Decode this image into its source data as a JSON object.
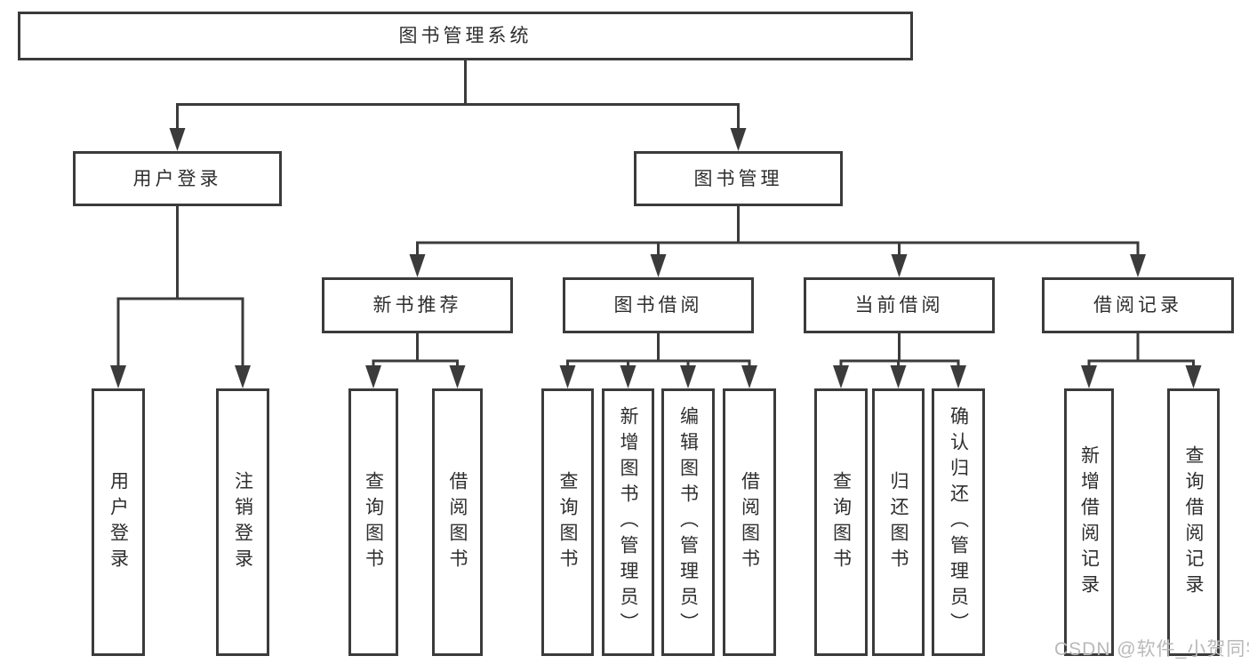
{
  "diagram": {
    "root": "图书管理系统",
    "branches": [
      {
        "label": "用户登录",
        "children": [
          {
            "label": "用户登录"
          },
          {
            "label": "注销登录"
          }
        ]
      },
      {
        "label": "图书管理",
        "sections": [
          {
            "label": "新书推荐",
            "children": [
              {
                "label": "查询图书"
              },
              {
                "label": "借阅图书"
              }
            ]
          },
          {
            "label": "图书借阅",
            "children": [
              {
                "label": "查询图书"
              },
              {
                "label": "新增图书（管理员）"
              },
              {
                "label": "编辑图书（管理员）"
              },
              {
                "label": "借阅图书"
              }
            ]
          },
          {
            "label": "当前借阅",
            "children": [
              {
                "label": "查询图书"
              },
              {
                "label": "归还图书"
              },
              {
                "label": "确认归还（管理员）"
              }
            ]
          },
          {
            "label": "借阅记录",
            "children": [
              {
                "label": "新增借阅记录"
              },
              {
                "label": "查询借阅记录"
              }
            ]
          }
        ]
      }
    ]
  },
  "watermark": {
    "text": "CSDN @软件_小贺同学"
  },
  "colors": {
    "line": "#3b3b3b",
    "box_border": "#3b3b3b",
    "box_background": "#ffffff",
    "text": "#2e2e2e",
    "watermark": "#b9b9b9",
    "page_background": "#ffffff"
  }
}
